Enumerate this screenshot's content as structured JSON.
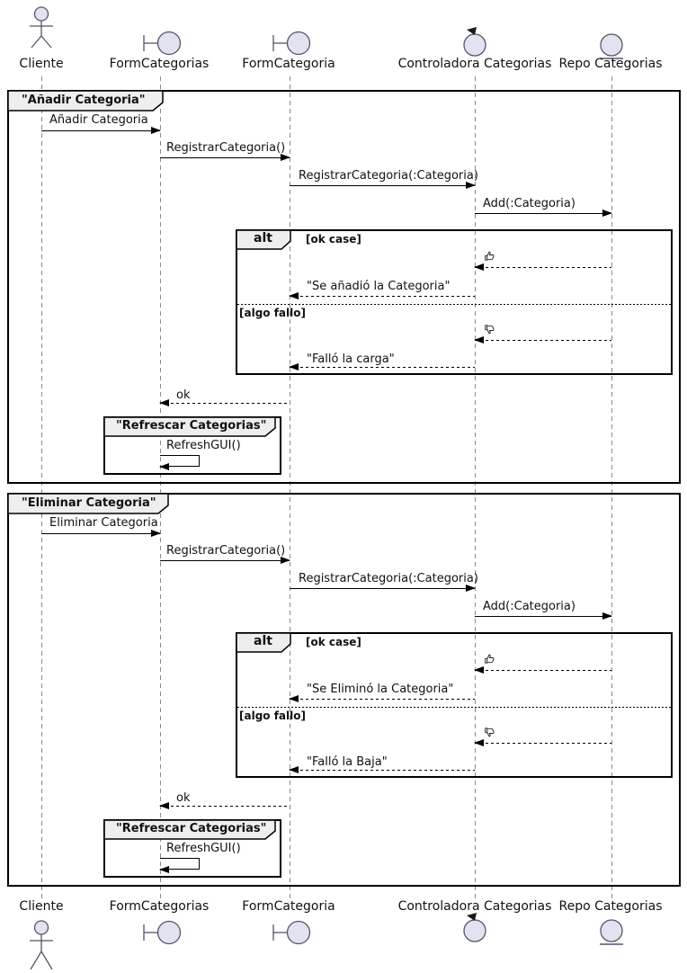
{
  "participants": [
    {
      "label": "Cliente",
      "kind": "actor"
    },
    {
      "label": "FormCategorias",
      "kind": "boundary"
    },
    {
      "label": "FormCategoria",
      "kind": "boundary"
    },
    {
      "label": "Controladora Categorias",
      "kind": "control"
    },
    {
      "label": "Repo Categorias",
      "kind": "entity"
    }
  ],
  "colors": {
    "participant_fill": "#E2E2F0",
    "participant_stroke": "#55556B",
    "frame_tab_fill": "#EEEEEE",
    "frame_border": "#000000",
    "lifeline": "#8A8A8A",
    "text": "#111111"
  },
  "frames": [
    {
      "title": "\"Añadir Categoria\"",
      "call1": "Añadir Categoria",
      "call2": "RegistrarCategoria()",
      "call3": "RegistrarCategoria(:Categoria)",
      "call4": "Add(:Categoria)",
      "alt": {
        "operator": "alt",
        "guard_ok": "[ok case]",
        "ok_icon": "thumbs-up",
        "reply_ok": "\"Se añadió la Categoria\"",
        "guard_fail": "[algo fallo]",
        "fail_icon": "thumbs-down",
        "reply_fail": "\"Falló la carga\""
      },
      "return_label": "ok",
      "group": {
        "title": "\"Refrescar Categorias\"",
        "self_call": "RefreshGUI()"
      }
    },
    {
      "title": "\"Eliminar Categoria\"",
      "call1": "Eliminar Categoria",
      "call2": "RegistrarCategoria()",
      "call3": "RegistrarCategoria(:Categoria)",
      "call4": "Add(:Categoria)",
      "alt": {
        "operator": "alt",
        "guard_ok": "[ok case]",
        "ok_icon": "thumbs-up",
        "reply_ok": "\"Se Eliminó la Categoria\"",
        "guard_fail": "[algo fallo]",
        "fail_icon": "thumbs-down",
        "reply_fail": "\"Falló la Baja\""
      },
      "return_label": "ok",
      "group": {
        "title": "\"Refrescar Categorias\"",
        "self_call": "RefreshGUI()"
      }
    }
  ]
}
